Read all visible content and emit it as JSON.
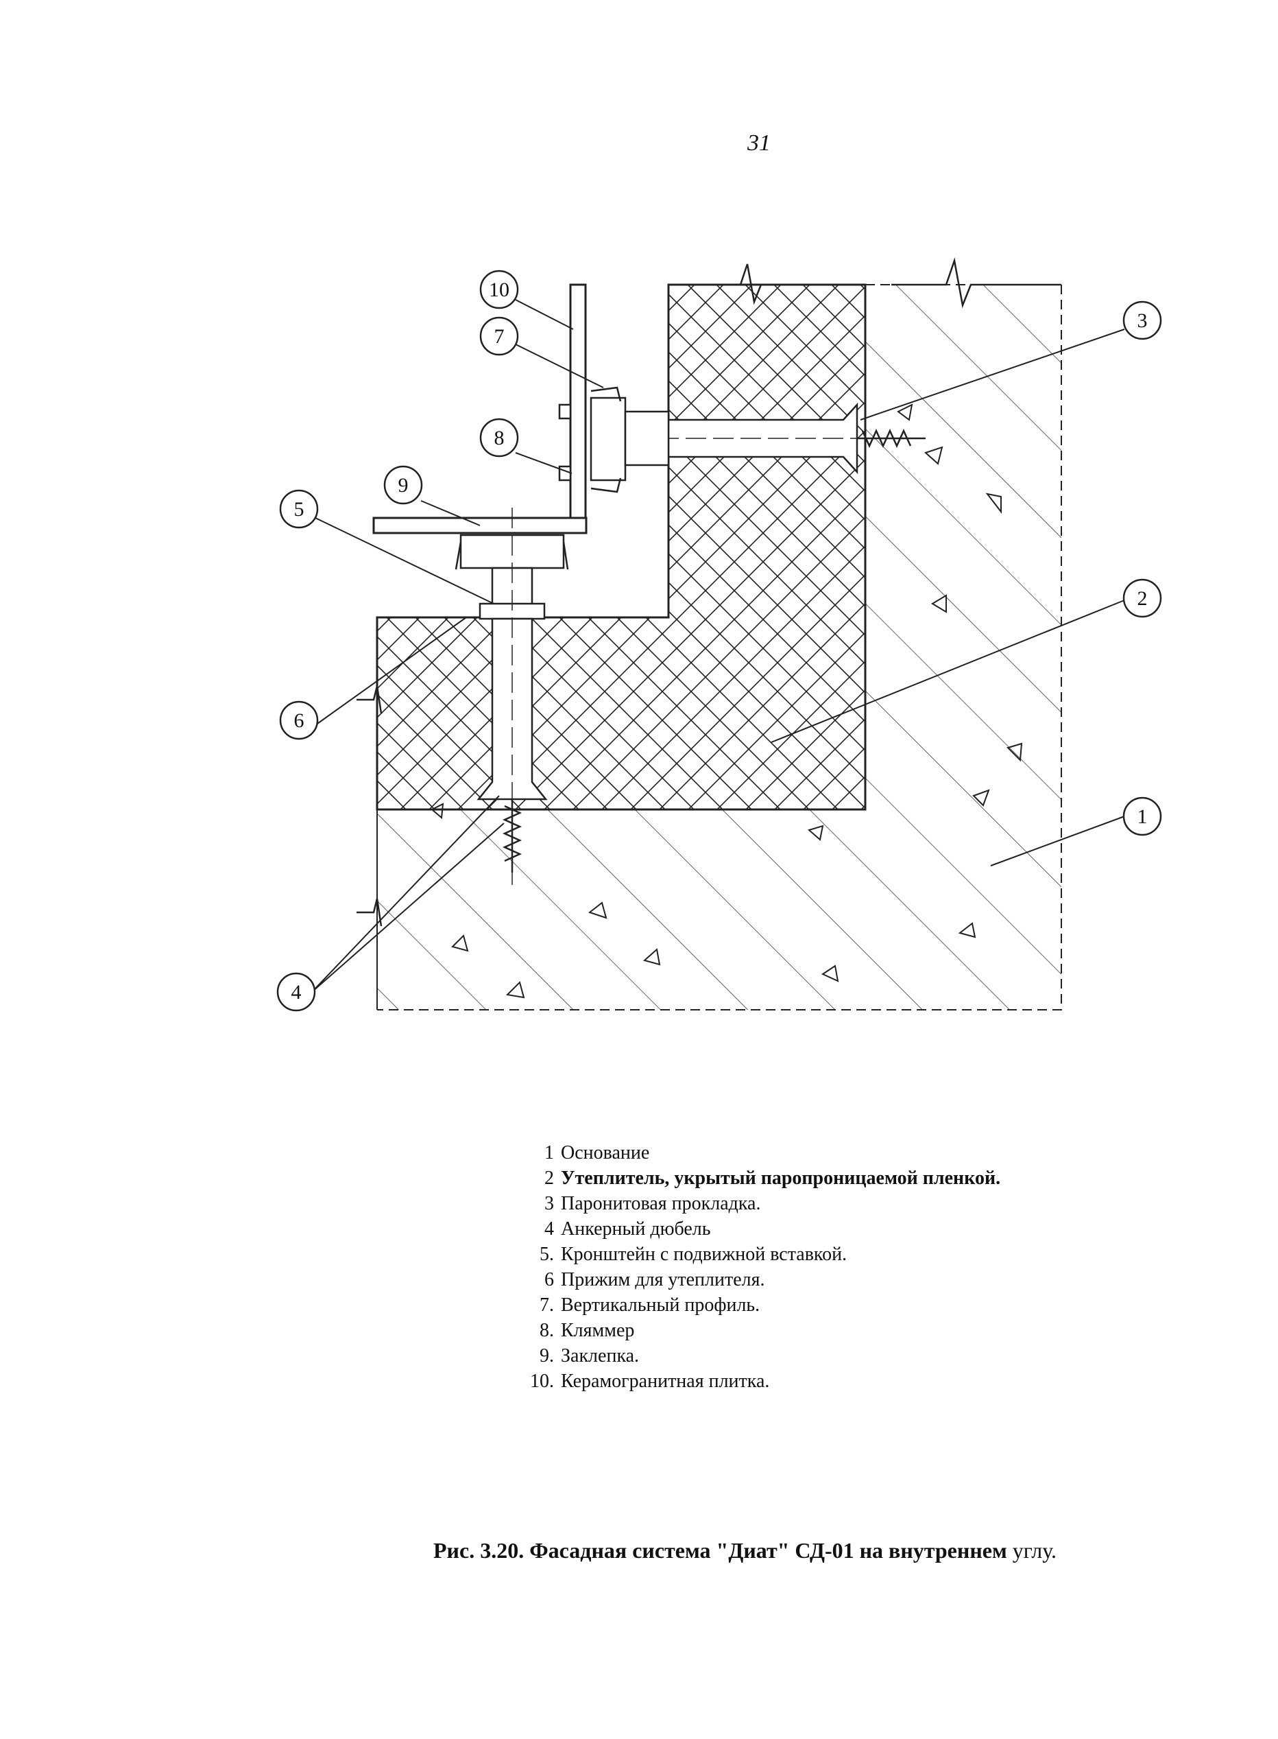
{
  "page": {
    "number": "31"
  },
  "callouts": [
    "1",
    "2",
    "3",
    "4",
    "5",
    "6",
    "7",
    "8",
    "9",
    "10"
  ],
  "legend": [
    {
      "num": "1",
      "text": "Основание"
    },
    {
      "num": "2",
      "text": "Утеплитель, укрытый паропроницаемой пленкой."
    },
    {
      "num": "3",
      "text": "Паронитовая прокладка."
    },
    {
      "num": "4",
      "text": "Анкерный дюбель"
    },
    {
      "num": "5.",
      "text": "Кронштейн с подвижной вставкой."
    },
    {
      "num": "6",
      "text": "Прижим для утеплителя."
    },
    {
      "num": "7.",
      "text": "Вертикальный профиль."
    },
    {
      "num": "8.",
      "text": "Кляммер"
    },
    {
      "num": "9.",
      "text": "Заклепка."
    },
    {
      "num": "10.",
      "text": "Керамогранитная плитка."
    }
  ],
  "caption": {
    "main": "Рис. 3.20. Фасадная система \"Диат\" СД-01 на внутреннем",
    "tail": "углу."
  },
  "colors": {
    "ink": "#111111",
    "paper": "#ffffff"
  }
}
